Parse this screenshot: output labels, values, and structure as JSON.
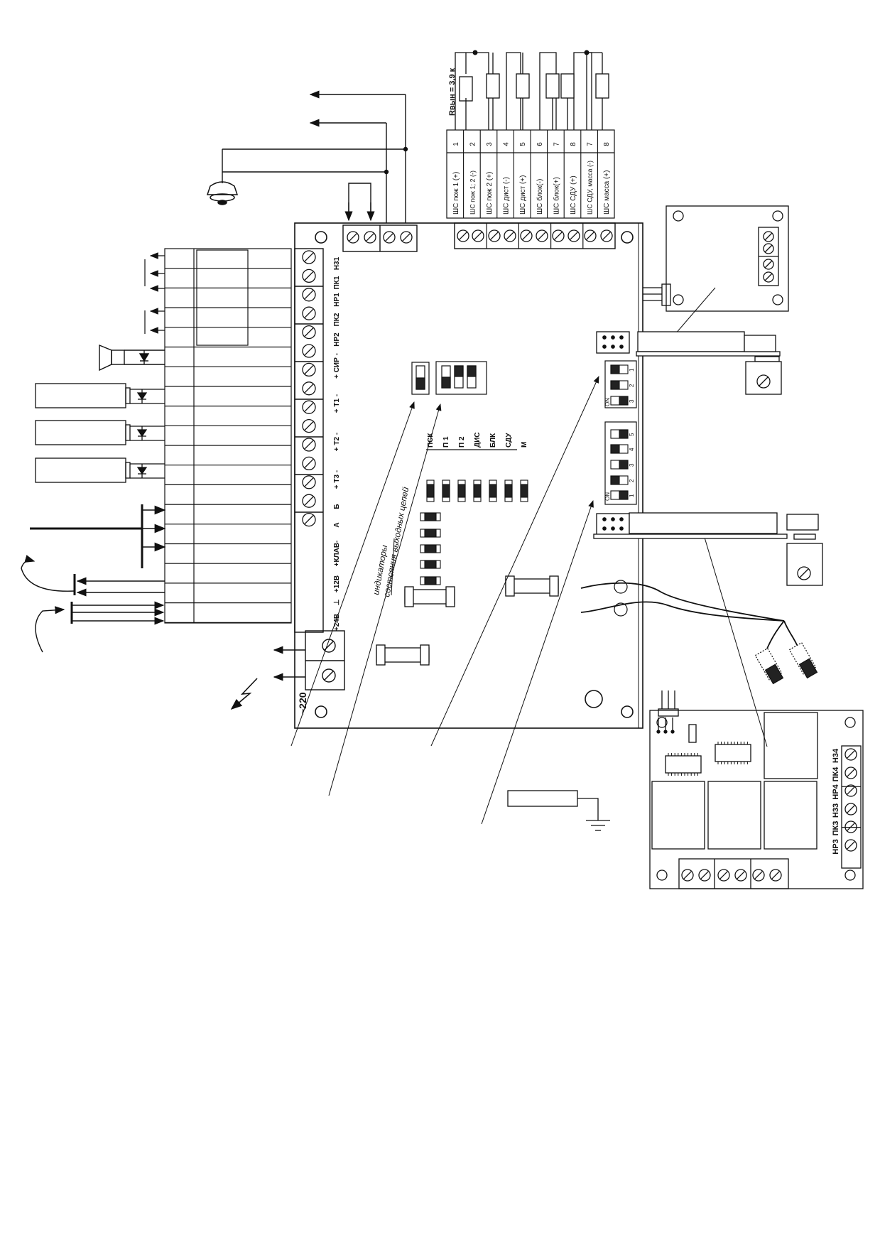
{
  "resistor_label": "Rвын = 3,9 к",
  "loop_table": {
    "numbers": [
      "1",
      "2",
      "3",
      "4",
      "5",
      "6",
      "7",
      "8",
      "7",
      "8"
    ],
    "names": [
      "ШС пож 1 (+)",
      "ШС пож 1; 2 (-)",
      "ШС пож 2 (+)",
      "ШС дист (-)",
      "ШС дист (+)",
      "ШС блок(-)",
      "ШС блок(+)",
      "ШС СДУ (+)",
      "ШС СДУ, масса (-)",
      "ШС масса (+)"
    ]
  },
  "left_terminals": [
    "Н31",
    "ПК1",
    "НР1",
    "ПК2",
    "НР2",
    "+ СИР -",
    "+ Т1 -",
    "+ Т2 -",
    "+ Т3 -",
    "Б",
    "А",
    "+КЛАВ-",
    "+12В",
    "⊥",
    "+24В"
  ],
  "mains_label": "~220",
  "indicator_caption": [
    "индикаторы",
    "состояния выходных цепей"
  ],
  "led_labels": [
    "ПСК",
    "П 1",
    "П 2",
    "ДИС",
    "БЛК",
    "СДУ",
    "М"
  ],
  "dip_small": {
    "on": "ON",
    "numbers": [
      "1",
      "2",
      "3"
    ]
  },
  "dip_large": {
    "on": "ON",
    "numbers": [
      "1",
      "2",
      "3",
      "4",
      "5"
    ]
  },
  "relay_terminals": [
    "Н34",
    "ПК4",
    "НР4",
    "Н33",
    "ПК3",
    "НР3"
  ],
  "colors": {
    "line": "#111111",
    "fill_dark": "#222222",
    "background": "#ffffff"
  }
}
